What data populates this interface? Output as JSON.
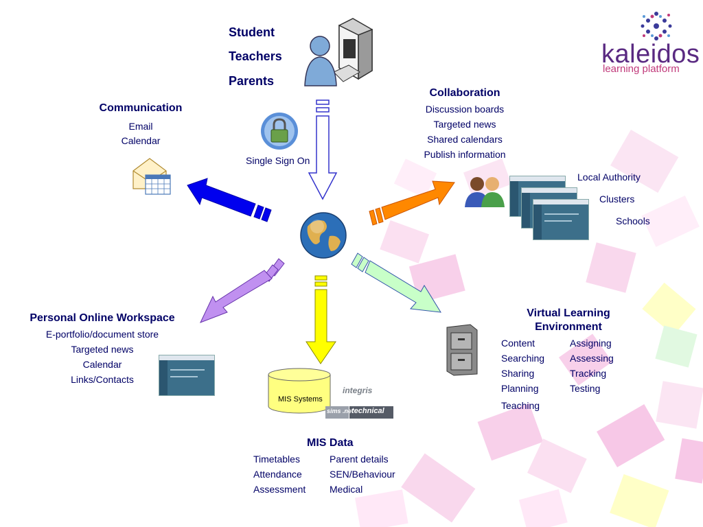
{
  "users": {
    "items": [
      "Student",
      "Teachers",
      "Parents"
    ]
  },
  "sso": {
    "label": "Single Sign On"
  },
  "logo": {
    "name": "kaleidos",
    "tagline": "learning platform"
  },
  "communication": {
    "title": "Communication",
    "items": [
      "Email",
      "Calendar"
    ]
  },
  "collaboration": {
    "title": "Collaboration",
    "items": [
      "Discussion boards",
      "Targeted news",
      "Shared calendars",
      "Publish information"
    ]
  },
  "tiers": [
    "Local Authority",
    "Clusters",
    "Schools"
  ],
  "workspace": {
    "title": "Personal Online Workspace",
    "items": [
      "E-portfolio/document store",
      "Targeted news",
      "Calendar",
      "Links/Contacts"
    ]
  },
  "mis": {
    "db_label": "MIS Systems",
    "brand_integris": "integris",
    "brand_sims": "sims .net",
    "brand_technical": "technical",
    "title": "MIS Data",
    "col1": [
      "Timetables",
      "Attendance",
      "Assessment"
    ],
    "col2": [
      "Parent details",
      "SEN/Behaviour",
      "Medical"
    ]
  },
  "vle": {
    "title_line1": "Virtual Learning",
    "title_line2": "Environment",
    "col1": [
      "Content",
      "Searching",
      "Sharing",
      "Planning",
      "Teaching"
    ],
    "col2": [
      "Assigning",
      "Assessing",
      "Tracking",
      "Testing"
    ]
  },
  "colors": {
    "text": "#000066",
    "blue_arrow": "#0000ee",
    "orange_arrow": "#ff8800",
    "purple_arrow": "#c080f0",
    "yellow_arrow": "#ffff00",
    "green_arrow": "#c8ffc8"
  }
}
